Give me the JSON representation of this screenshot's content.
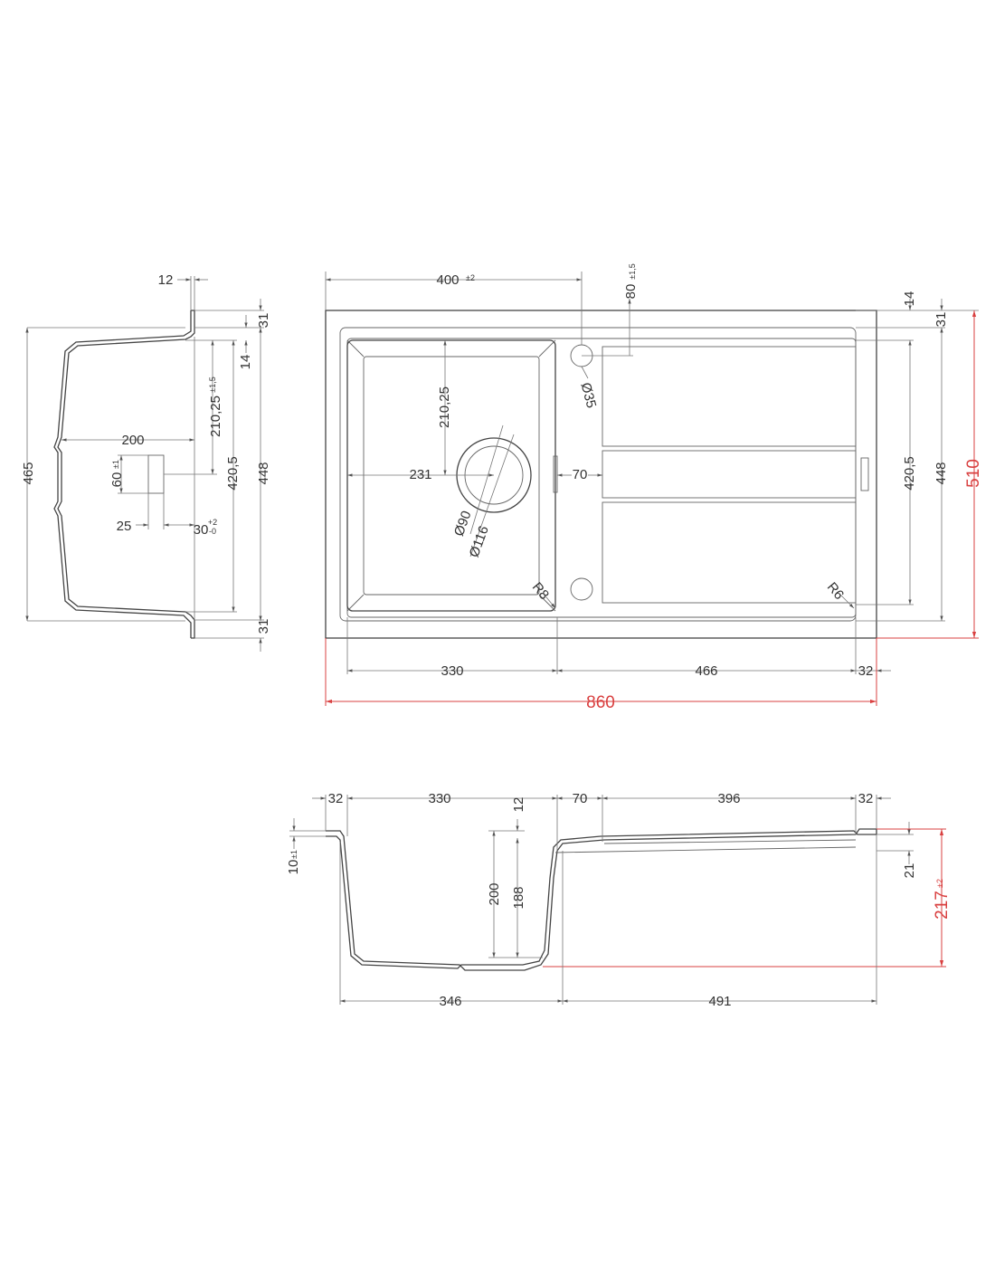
{
  "colors": {
    "line": "#444444",
    "dimension": "#777777",
    "overall": "#d94040",
    "background": "#ffffff"
  },
  "side_view": {
    "d12": "12",
    "d31_top": "31",
    "d14": "14",
    "d210": "210,25",
    "d210_tol": "±1,5",
    "d420": "420,5",
    "d448": "448",
    "d465": "465",
    "d200": "200",
    "d60": "60",
    "d60_tol": "±1",
    "d25": "25",
    "d30": "30",
    "d30_tol_up": "+2",
    "d30_tol_dn": "-0",
    "d31_bottom": "31"
  },
  "top_view": {
    "d400": "400",
    "d400_tol": "±2",
    "d80": "80",
    "d80_tol": "±1,5",
    "d14": "14",
    "d31": "31",
    "d420": "420,5",
    "d448": "448",
    "d510": "510",
    "d210": "210,25",
    "d231": "231",
    "d70": "70",
    "d35": "Ø35",
    "d90": "Ø90",
    "d116": "Ø116",
    "r8": "R8",
    "r6": "R6",
    "d330": "330",
    "d466": "466",
    "d32": "32",
    "d860": "860"
  },
  "front_view": {
    "d32_left": "32",
    "d330": "330",
    "d12": "12",
    "d70": "70",
    "d396": "396",
    "d32_right": "32",
    "d10": "10",
    "d10_tol": "±1",
    "d200": "200",
    "d188": "188",
    "d21": "21",
    "d217": "217",
    "d217_tol": "±2",
    "d346": "346",
    "d491": "491"
  }
}
